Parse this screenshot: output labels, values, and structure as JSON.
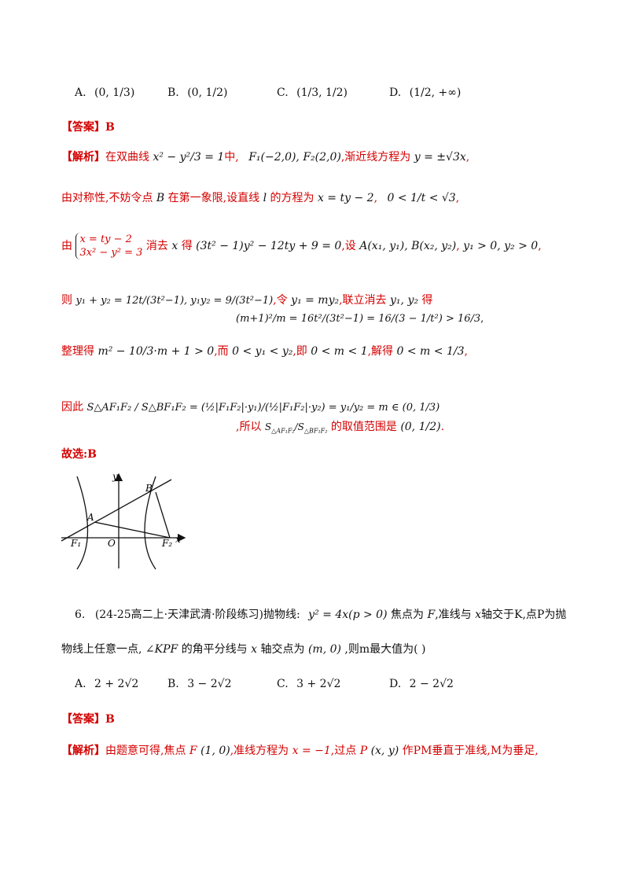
{
  "q5_options": {
    "a_label": "A.",
    "a_value": "(0, 1/3)",
    "b_label": "B.",
    "b_value": "(0, 1/2)",
    "c_label": "C.",
    "c_value": "(1/3, 1/2)",
    "d_label": "D.",
    "d_value": "(1/2, +∞)"
  },
  "q5_answer": "【答案】B",
  "q5_solution": {
    "tag": "【解析】",
    "l1_text1": "在双曲线",
    "l1_eq": "x² − y²/3 = 1",
    "l1_text2": "中,",
    "l1_foci": "F₁(−2,0), F₂(2,0)",
    "l1_text3": ",渐近线方程为",
    "l1_asym": "y = ±√3x",
    "l2_text1": "由对称性,不妨令点",
    "l2_pointB": "B",
    "l2_text2": "在第一象限,设直线",
    "l2_line": "l",
    "l2_text3": "的方程为",
    "l2_eq": "x = ty − 2",
    "l2_ineq": "0 < 1/t < √3",
    "l3_text1": "由",
    "l3_sys1": "x = ty − 2",
    "l3_sys2": "3x² − y² = 3",
    "l3_text2": "消去",
    "l3_x": "x",
    "l3_text3": "得",
    "l3_eq": "(3t² − 1)y² − 12ty + 9 = 0",
    "l3_text4": ",设",
    "l3_pts": "A(x₁, y₁), B(x₂, y₂)",
    "l3_cond": "y₁ > 0, y₂ > 0",
    "l4_text1": "则",
    "l4_sum": "y₁ + y₂ = 12t/(3t²−1), y₁y₂ = 9/(3t²−1)",
    "l4_text2": ",令",
    "l4_sub": "y₁ = my₂",
    "l4_text3": ",联立消去",
    "l4_elim": "y₁, y₂",
    "l4_text4": "得",
    "l4_result": "(m+1)²/m = 16t²/(3t²−1) = 16/(3 − 1/t²) > 16/3",
    "l5_text1": "整理得",
    "l5_eq": "m² − 10/3·m + 1 > 0",
    "l5_text2": ",而",
    "l5_ineq": "0 < y₁ < y₂",
    "l5_text3": ",即",
    "l5_m": "0 < m < 1",
    "l5_text4": ",解得",
    "l5_res": "0 < m < 1/3",
    "l6_text1": "因此",
    "l6_ratio": "S△AF₁F₂ / S△BF₁F₂ = (½|F₁F₂|·y₁)/(½|F₁F₂|·y₂) = y₁/y₂ = m ∈ (0, 1/3)",
    "l6_text2": ",所以",
    "l6_text3": "的取值范围是",
    "l6_range": "(0, 1/2)",
    "conclusion": "故选:B"
  },
  "figure": {
    "label_y": "y",
    "label_x": "x",
    "label_O": "O",
    "label_A": "A",
    "label_B": "B",
    "label_F1": "F₁",
    "label_F2": "F₂"
  },
  "q6": {
    "number": "6.",
    "source": "(24-25高二上·天津武清·阶段练习)抛物线:",
    "eq": "y² = 4x(p > 0)",
    "text1": "焦点为",
    "F": "F",
    "text2": ",准线与",
    "x": "x",
    "text3": "轴交于K,点P为抛",
    "l2_text1": "物线上任意一点,",
    "angle": "∠KPF",
    "l2_text2": "的角平分线与",
    "l2_x": "x",
    "l2_text3": "轴交点为",
    "point": "(m, 0)",
    "l2_text4": ",则m最大值为(     )"
  },
  "q6_options": {
    "a_label": "A.",
    "a_value": "2 + 2√2",
    "b_label": "B.",
    "b_value": "3 − 2√2",
    "c_label": "C.",
    "c_value": "3 + 2√2",
    "d_label": "D.",
    "d_value": "2 − 2√2"
  },
  "q6_answer": "【答案】B",
  "q6_solution": {
    "tag": "【解析】",
    "text1": "由题意可得,焦点",
    "F": "F",
    "focus": "(1, 0)",
    "text2": ",准线方程为",
    "directrix": "x = −1",
    "text3": ",过点",
    "P": "P",
    "point": "(x, y)",
    "text4": "作PM垂直于准线,M为垂足,"
  }
}
